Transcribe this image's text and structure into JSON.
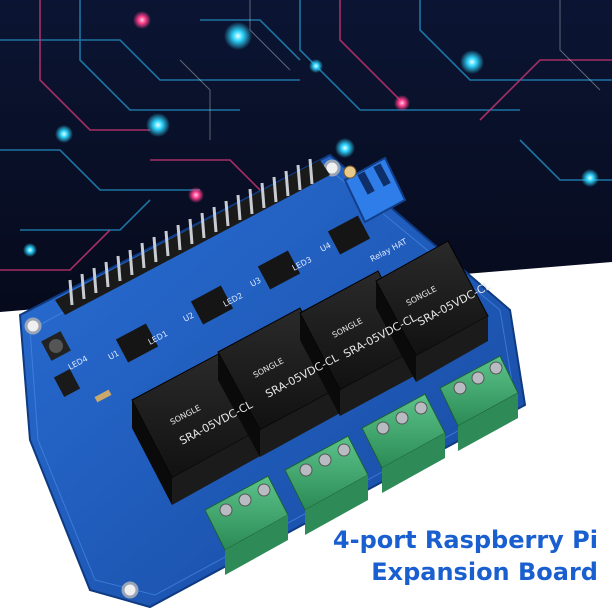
{
  "caption": {
    "line1": "4-port Raspberry Pi",
    "line2": "Expansion Board"
  },
  "relays": [
    {
      "model": "SRA-05VDC-CL",
      "brand": "SONGLE"
    },
    {
      "model": "SRA-05VDC-CL",
      "brand": "SONGLE"
    },
    {
      "model": "SRA-05VDC-CL",
      "brand": "SONGLE"
    },
    {
      "model": "SRA-05VDC-CL",
      "brand": "SONGLE"
    }
  ],
  "board": {
    "silkscreen_title": "Relay HAT",
    "leds": [
      "LED1",
      "LED2",
      "LED3",
      "LED4"
    ],
    "chips": [
      "U1",
      "U2",
      "U3",
      "U4"
    ]
  },
  "colors": {
    "caption": "#1a5fd0",
    "pcb": "#1f5bbf",
    "relay": "#141414",
    "terminal": "#3aa36a",
    "circuit_bg": "#0a1330",
    "circuit_glow": "#2fd6ff",
    "circuit_accent": "#ff3d8b"
  }
}
